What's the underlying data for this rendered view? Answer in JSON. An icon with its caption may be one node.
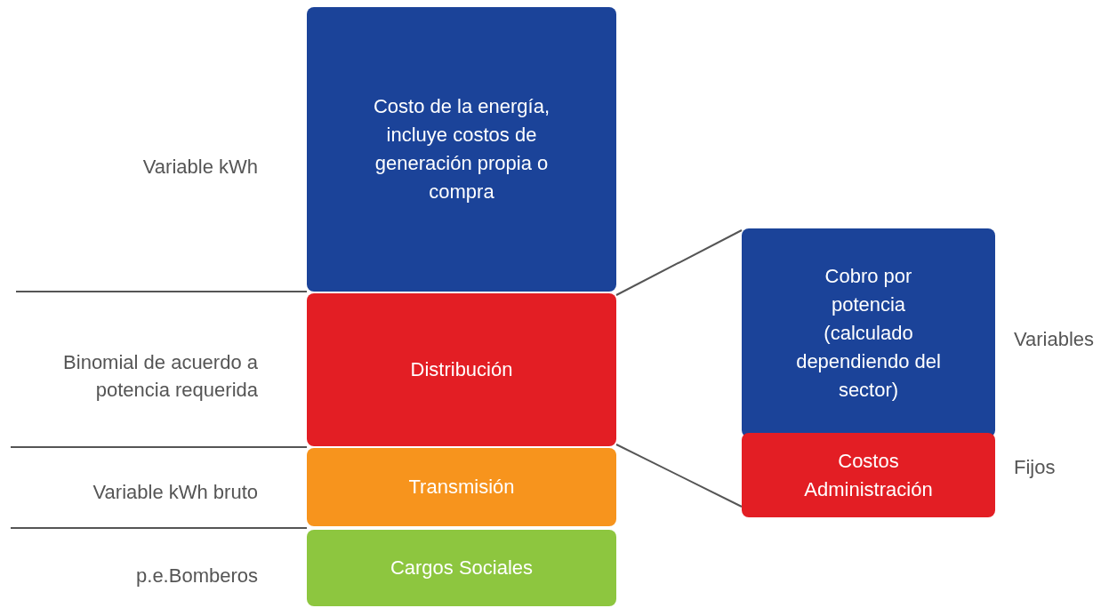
{
  "diagram": {
    "nodes": [
      {
        "text": [
          "Costo de la energía, incluye costos de generación propia o compra"
        ],
        "beside": [
          "Variable kWh"
        ]
      },
      {
        "text": [
          "Distribución"
        ],
        "beside": [
          "Binomial de acuerdo a potencia requerida"
        ]
      },
      {
        "text": [
          "Transmisión"
        ],
        "beside": [
          "Variable kWh bruto"
        ]
      },
      {
        "text": [
          "Cargos Sociales"
        ],
        "beside": [
          "p.e.Bomberos"
        ]
      },
      {
        "text": [
          "Cobro por potencia (calculado dependiendo del sector)"
        ],
        "beside": [
          "Variables"
        ]
      },
      {
        "text": [
          "Costos Administración"
        ],
        "beside": [
          "Fijos"
        ]
      }
    ],
    "edges": [
      {
        "from": 1,
        "to": 4,
        "arrow": "none",
        "color": "#555555"
      },
      {
        "from": 1,
        "to": 5,
        "arrow": "none",
        "color": "#555555"
      }
    ]
  }
}
